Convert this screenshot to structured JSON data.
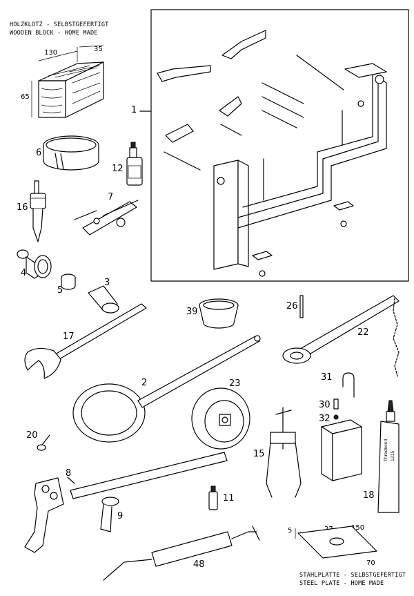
{
  "top_caption": {
    "line1": "HOLZKLOTZ - SELBSTGEFERTIGT",
    "line2": "WOODEN BLOCK - HOME MADE"
  },
  "bottom_caption": {
    "line1": "STAHLPLATTE - SELBSTGEFERTIGT",
    "line2": "STEEL PLATE - HOME MADE"
  },
  "block_dims": {
    "length": "130",
    "width": "35",
    "height": "65"
  },
  "plate_dims": {
    "thickness": "5",
    "hole": "27",
    "length": "150",
    "width": "70"
  },
  "part_numbers": {
    "p1": "1",
    "p2": "2",
    "p3": "3",
    "p4": "4",
    "p5": "5",
    "p6": "6",
    "p7": "7",
    "p8": "8",
    "p9": "9",
    "p11": "11",
    "p12": "12",
    "p15": "15",
    "p16": "16",
    "p17": "17",
    "p18": "18",
    "p20": "20",
    "p22": "22",
    "p23": "23",
    "p26": "26",
    "p30": "30",
    "p31": "31",
    "p32": "32",
    "p39": "39",
    "p48": "48"
  },
  "tube_label": {
    "line1": "Threebond",
    "line2": "1215"
  }
}
